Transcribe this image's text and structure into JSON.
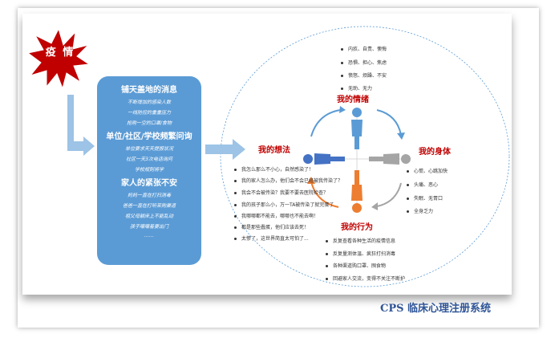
{
  "star": {
    "label": "疫 情"
  },
  "panel": {
    "heading1": "铺天盖地的消息",
    "line1": "不断增加的感染人数",
    "line2": "一线防控的重重压力",
    "line3": "抢购一空的口罩/食物",
    "heading2": "单位/社区/学校频繁问询",
    "line4": "单位要求天天提报状况",
    "line5": "社区一天3次电话询问",
    "line6": "学校规则将学",
    "heading3": "家人的紧张不安",
    "line7": "妈妈一直在打扫消毒",
    "line8": "爸爸一直在打听采购渠道",
    "line9": "祖父母躺床上不能乱动",
    "line10": "孩子嚷嚷着要出门",
    "ellipsis": "……"
  },
  "emotion": {
    "title": "我的情绪",
    "items": [
      "内疚、自责、懊悔",
      "恐惧、担心、焦虑",
      "愤怒、烦躁、不安",
      "无助、无力"
    ]
  },
  "thoughts": {
    "title": "我的想法",
    "items": [
      "我怎么那么不小心，自然感染了！",
      "我的家人怎么办，他们会不会已经被我传染了？",
      "我会不会被传染？我要不要去医院检查？",
      "我的孩子那么小，万一TA被传染了就完蛋了",
      "我哪哪都不能去，哪哪也不能去啊！",
      "都是那些蠢蛋，他们应该去死！",
      "太惨了，这世界简直太可怕了..."
    ]
  },
  "body": {
    "title": "我的身体",
    "items": [
      "心慌、心跳加快",
      "头痛、恶心",
      "失眠、无胃口",
      "全身乏力"
    ]
  },
  "behavior": {
    "title": "我的行为",
    "items": [
      "反复查看各种生活的疫情信息",
      "反复量测体温、疯狂打扫消毒",
      "各种渠道购口罩、囤食物",
      "回避家人交流，变得不关注不断护"
    ]
  },
  "brand": {
    "text": "CPS 临床心理注册系统"
  },
  "colors": {
    "panel": "#5b9bd5",
    "star": "#c00000",
    "title": "#c00000",
    "arrow": "#9dc3e6",
    "person_blue": "#5b9bd5",
    "person_grey": "#a5a5a5",
    "person_orange": "#ed7d31",
    "person_dark_blue": "#4472c4",
    "brand": "#2f5597"
  }
}
